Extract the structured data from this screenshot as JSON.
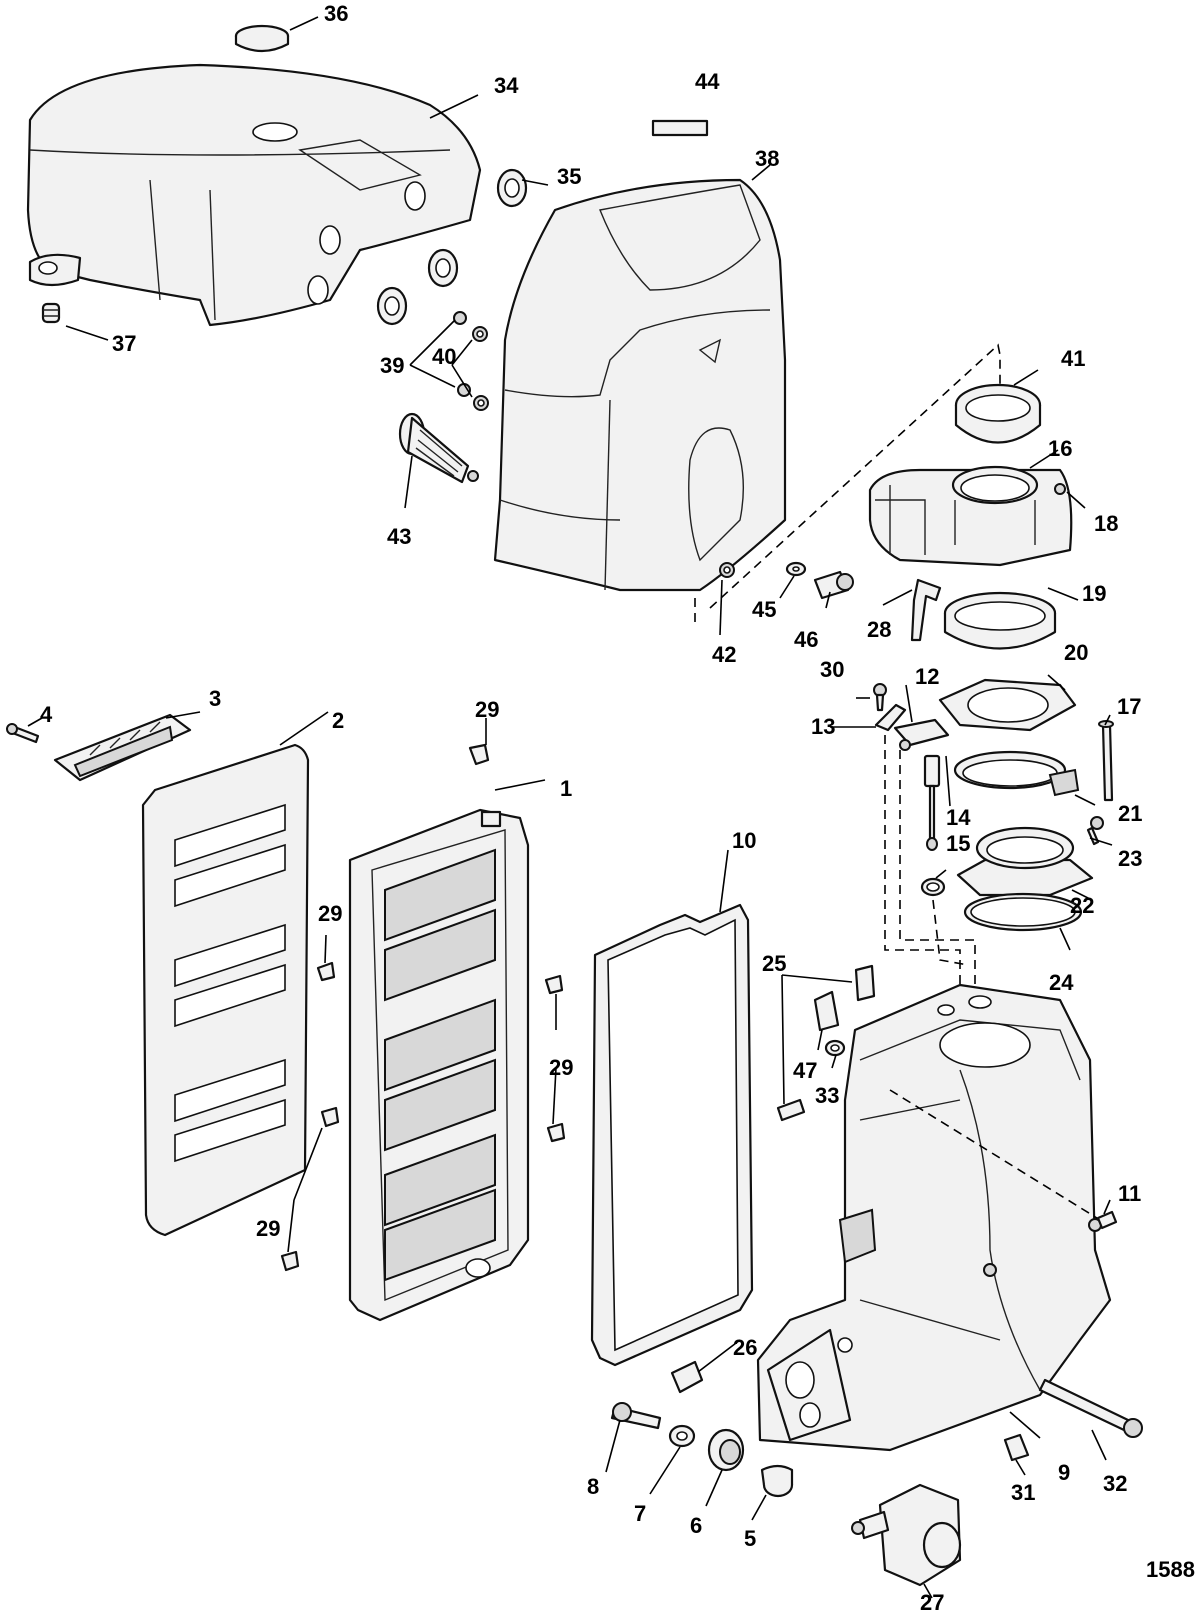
{
  "figure_number": "1588",
  "callouts": [
    {
      "id": "c1",
      "label": "1"
    },
    {
      "id": "c2",
      "label": "2"
    },
    {
      "id": "c3",
      "label": "3"
    },
    {
      "id": "c4",
      "label": "4"
    },
    {
      "id": "c5",
      "label": "5"
    },
    {
      "id": "c6",
      "label": "6"
    },
    {
      "id": "c7",
      "label": "7"
    },
    {
      "id": "c8",
      "label": "8"
    },
    {
      "id": "c9",
      "label": "9"
    },
    {
      "id": "c10",
      "label": "10"
    },
    {
      "id": "c11",
      "label": "11"
    },
    {
      "id": "c12",
      "label": "12"
    },
    {
      "id": "c13",
      "label": "13"
    },
    {
      "id": "c14",
      "label": "14"
    },
    {
      "id": "c15",
      "label": "15"
    },
    {
      "id": "c16",
      "label": "16"
    },
    {
      "id": "c17",
      "label": "17"
    },
    {
      "id": "c18",
      "label": "18"
    },
    {
      "id": "c19",
      "label": "19"
    },
    {
      "id": "c20",
      "label": "20"
    },
    {
      "id": "c21",
      "label": "21"
    },
    {
      "id": "c22",
      "label": "22"
    },
    {
      "id": "c23",
      "label": "23"
    },
    {
      "id": "c24",
      "label": "24"
    },
    {
      "id": "c25",
      "label": "25"
    },
    {
      "id": "c26",
      "label": "26"
    },
    {
      "id": "c27",
      "label": "27"
    },
    {
      "id": "c28",
      "label": "28"
    },
    {
      "id": "c29a",
      "label": "29"
    },
    {
      "id": "c29b",
      "label": "29"
    },
    {
      "id": "c29c",
      "label": "29"
    },
    {
      "id": "c29d",
      "label": "29"
    },
    {
      "id": "c30",
      "label": "30"
    },
    {
      "id": "c31",
      "label": "31"
    },
    {
      "id": "c32",
      "label": "32"
    },
    {
      "id": "c33",
      "label": "33"
    },
    {
      "id": "c34",
      "label": "34"
    },
    {
      "id": "c35",
      "label": "35"
    },
    {
      "id": "c36",
      "label": "36"
    },
    {
      "id": "c37",
      "label": "37"
    },
    {
      "id": "c38",
      "label": "38"
    },
    {
      "id": "c39",
      "label": "39"
    },
    {
      "id": "c40",
      "label": "40"
    },
    {
      "id": "c41",
      "label": "41"
    },
    {
      "id": "c42",
      "label": "42"
    },
    {
      "id": "c43",
      "label": "43"
    },
    {
      "id": "c44",
      "label": "44"
    },
    {
      "id": "c45",
      "label": "45"
    },
    {
      "id": "c46",
      "label": "46"
    },
    {
      "id": "c47",
      "label": "47"
    }
  ]
}
